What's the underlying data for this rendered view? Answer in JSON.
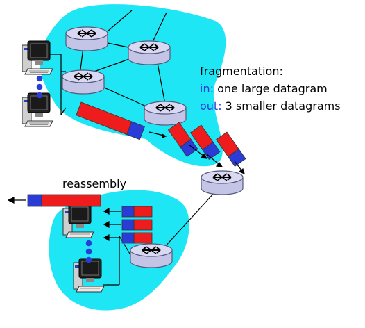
{
  "labels": {
    "fragmentation_title": "fragmentation:",
    "in_prefix": "in:",
    "in_text": " one large datagram",
    "out_prefix": "out:",
    "out_text": " 3 smaller datagrams",
    "reassembly": "reassembly"
  },
  "colors": {
    "network_cloud": "#1ee6f5",
    "router_fill": "#d6d6f0",
    "router_stroke": "#555a7a",
    "datagram_payload": "#ee1c1c",
    "datagram_header": "#2b3cd6",
    "keyword_blue": "#2b3cd6"
  },
  "icons": {
    "router": "router-icon",
    "host": "computer-host-icon",
    "ellipsis": "vertical-ellipsis-icon"
  }
}
